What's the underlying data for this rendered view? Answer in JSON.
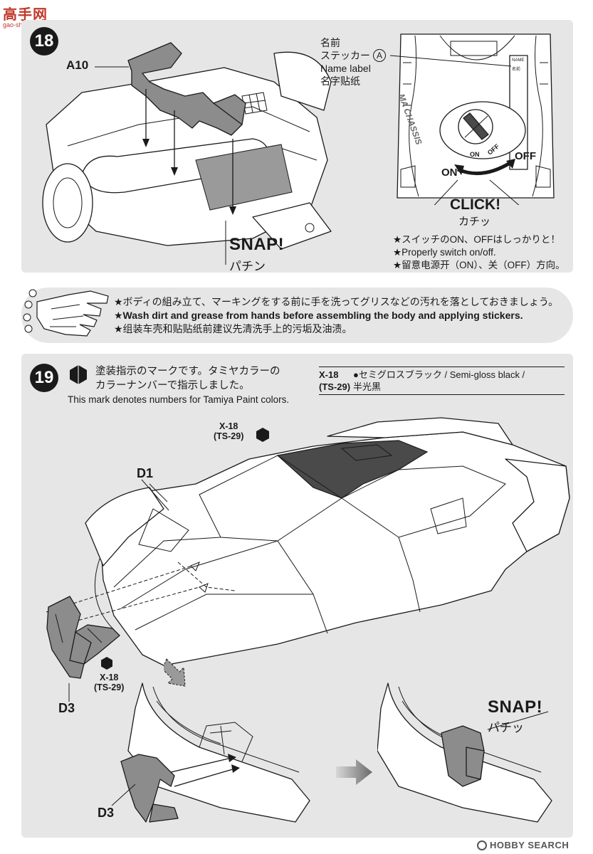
{
  "watermark_top": {
    "site": "高手网",
    "url": "gao-shou.com"
  },
  "watermark_bottom": "HOBBY SEARCH",
  "step18": {
    "number": "18",
    "part_a10": "A10",
    "snap": "SNAP!",
    "snap_jp": "パチン",
    "sticker_label": [
      "名前",
      "ステッカー",
      "Name label",
      "名字贴纸"
    ],
    "sticker_letter": "A",
    "chassis_text": "MA CHASSIS",
    "switch_on_small": "ON",
    "switch_off_small": "OFF",
    "on_label": "ON",
    "off_label": "OFF",
    "click": "CLICK!",
    "click_jp": "カチッ",
    "notes": [
      "★スイッチのON、OFFはしっかりと！",
      "★Properly switch on/off.",
      "★留意电源开（ON）、关（OFF）方向。"
    ],
    "name_plate": "NAME",
    "name_plate_jp": "名前"
  },
  "handwash": {
    "lines": [
      "★ボディの組み立て、マーキングをする前に手を洗ってグリスなどの汚れを落としておきましょう。",
      "★Wash dirt and grease from hands before assembling the body and applying stickers.",
      "★组装车壳和贴贴纸前建议先清洗手上的污垢及油渍。"
    ]
  },
  "step19": {
    "number": "19",
    "mark_jp_1": "塗装指示のマークです。タミヤカラーの",
    "mark_jp_2": "カラーナンバーで指示しました。",
    "mark_en": "This mark denotes numbers for Tamiya Paint colors.",
    "legend_code": "X-18",
    "legend_code2": "(TS-29)",
    "legend_text": "●セミグロスブラック / Semi-gloss black /",
    "legend_text2": "半光黒",
    "paint_top": [
      "X-18",
      "(TS-29)"
    ],
    "paint_bottom": [
      "X-18",
      "(TS-29)"
    ],
    "part_d1": "D1",
    "part_d3": "D3",
    "part_d3_lower": "D3",
    "snap": "SNAP!",
    "snap_jp": "パチッ"
  }
}
